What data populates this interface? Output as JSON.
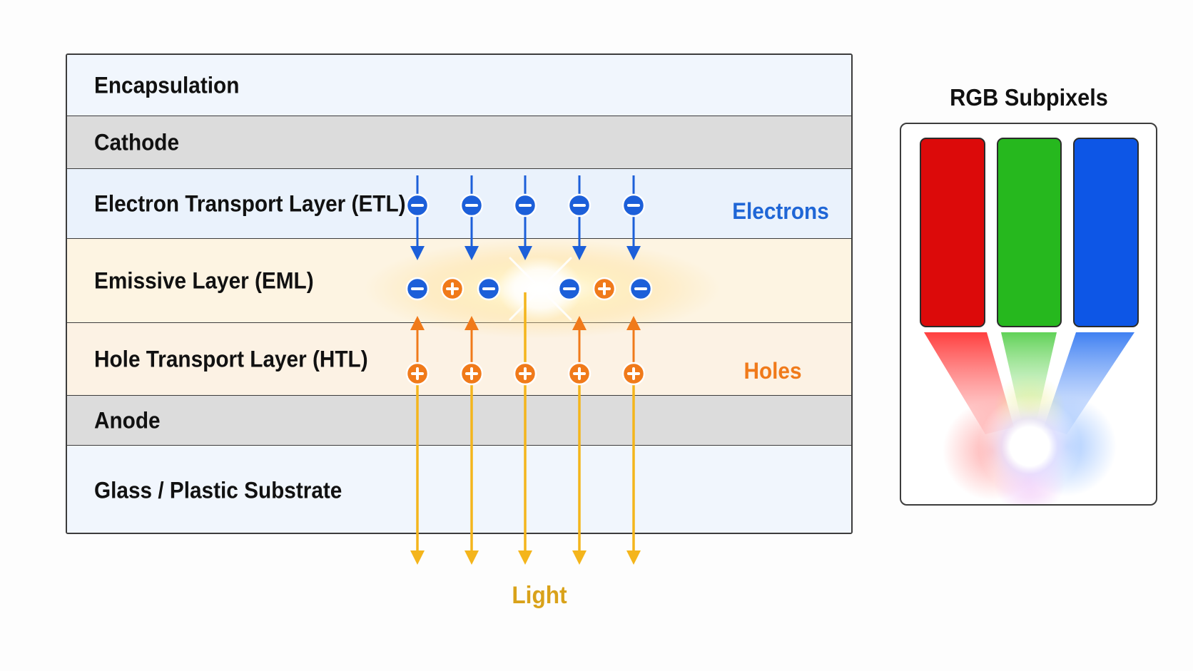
{
  "layers": [
    {
      "label": "Encapsulation",
      "color": "#f1f6fd"
    },
    {
      "label": "Cathode",
      "color": "#dcdcdc"
    },
    {
      "label": "Electron Transport Layer (ETL)",
      "color": "#eaf2fc"
    },
    {
      "label": "Emissive Layer (EML)",
      "color": "#fdf4e2"
    },
    {
      "label": "Hole Transport Layer (HTL)",
      "color": "#fcf2e4"
    },
    {
      "label": "Anode",
      "color": "#dcdcdc"
    },
    {
      "label": "Glass / Plastic Substrate",
      "color": "#f1f6fd"
    }
  ],
  "labels": {
    "electrons": "Electrons",
    "holes": "Holes",
    "light": "Light"
  },
  "rgb": {
    "title": "RGB Subpixels",
    "subpixels": [
      {
        "name": "red",
        "color": "#dc0a0a"
      },
      {
        "name": "green",
        "color": "#26b81e"
      },
      {
        "name": "blue",
        "color": "#0d56e6"
      }
    ]
  },
  "colors": {
    "electron": "#1c5fd9",
    "hole": "#f07a1a",
    "light": "#f4b51c",
    "light_text": "#d9a21a",
    "holes_text": "#f07a1a",
    "electrons_text": "#1f66d6"
  },
  "emissive_particles": [
    "electron",
    "hole",
    "electron",
    "electron",
    "hole",
    "electron"
  ]
}
